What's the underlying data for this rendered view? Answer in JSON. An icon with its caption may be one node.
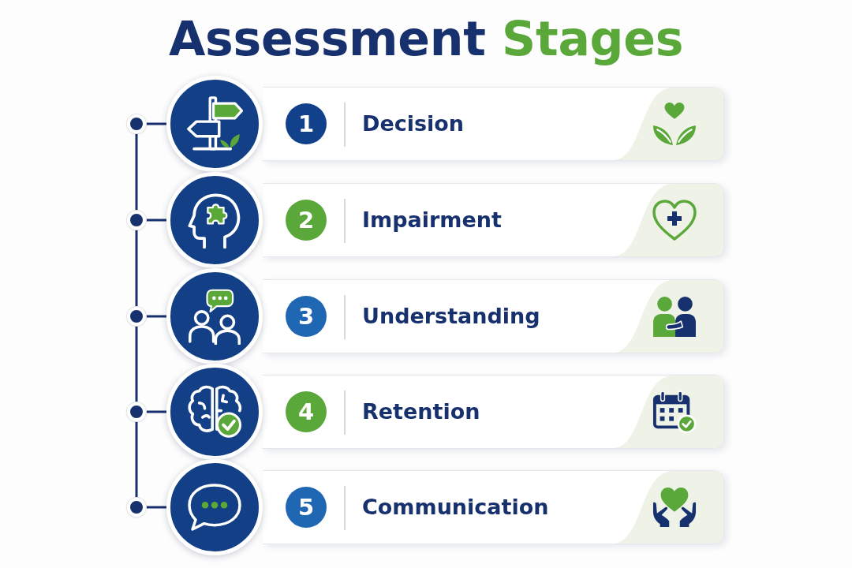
{
  "diagram": {
    "title": "Assessment Stages",
    "nodes": [
      {
        "text": [],
        "shape": "circle"
      },
      {
        "text": [],
        "shape": "picture"
      },
      {
        "text": [
          "Decision"
        ]
      },
      {
        "text": [
          "1"
        ],
        "in": 2
      },
      {
        "text": [],
        "shape": "circle"
      },
      {
        "text": [],
        "shape": "picture"
      },
      {
        "text": [
          "Impairment"
        ]
      },
      {
        "text": [
          "2"
        ],
        "in": 6
      },
      {
        "text": [],
        "shape": "circle"
      },
      {
        "text": [],
        "shape": "picture"
      },
      {
        "text": [
          "Understanding"
        ]
      },
      {
        "text": [
          "3"
        ],
        "in": 10
      },
      {
        "text": [],
        "shape": "circle"
      },
      {
        "text": [],
        "shape": "picture"
      },
      {
        "text": [
          "Retention"
        ]
      },
      {
        "text": [
          "4"
        ],
        "in": 14
      },
      {
        "text": [],
        "shape": "circle"
      },
      {
        "text": [],
        "shape": "picture"
      },
      {
        "text": [
          "Communication"
        ]
      },
      {
        "text": [
          "5"
        ],
        "in": 18
      }
    ],
    "edges": [
      {
        "from": 0,
        "to": 1,
        "arrow": "none"
      },
      {
        "from": 0,
        "to": 4,
        "arrow": "none"
      },
      {
        "from": 4,
        "to": 5,
        "arrow": "none"
      },
      {
        "from": 4,
        "to": 8,
        "arrow": "none"
      },
      {
        "from": 8,
        "to": 9,
        "arrow": "none"
      },
      {
        "from": 8,
        "to": 12,
        "arrow": "none"
      },
      {
        "from": 12,
        "to": 13,
        "arrow": "none"
      },
      {
        "from": 12,
        "to": 16,
        "arrow": "none"
      },
      {
        "from": 16,
        "to": 17,
        "arrow": "none"
      }
    ]
  }
}
